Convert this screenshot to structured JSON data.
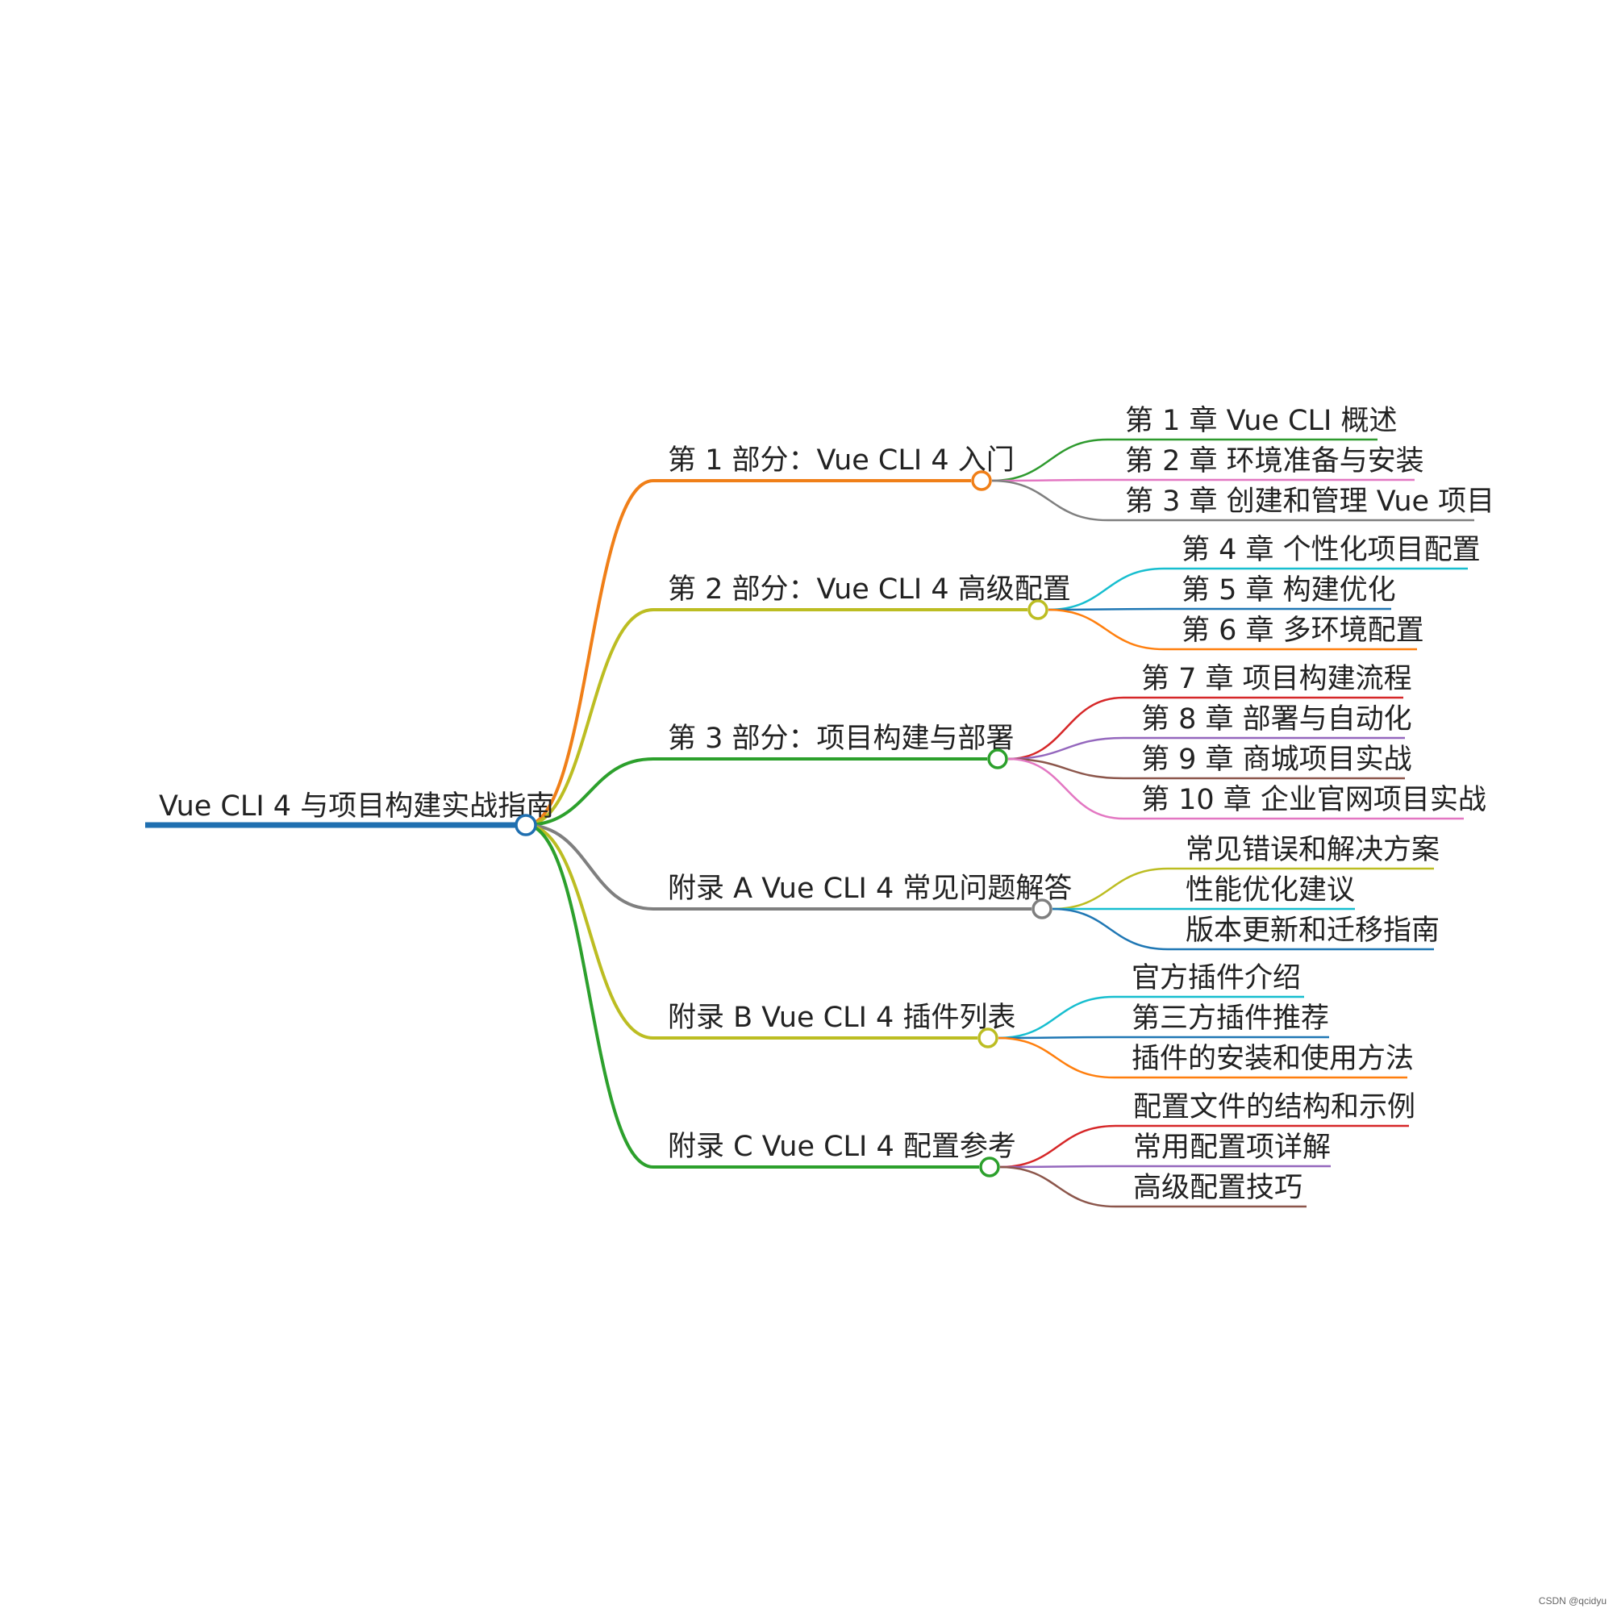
{
  "root": {
    "label": "Vue CLI 4 与项目构建实战指南",
    "color": "#1f6fb0"
  },
  "branches": [
    {
      "label": "第 1 部分：Vue CLI 4 入门",
      "color": "#f07f18",
      "children": [
        {
          "label": "第 1 章 Vue CLI 概述",
          "color": "#2e9a2e"
        },
        {
          "label": "第 2 章 环境准备与安装",
          "color": "#e377c2"
        },
        {
          "label": "第 3 章 创建和管理 Vue 项目",
          "color": "#7f7f7f"
        }
      ]
    },
    {
      "label": "第 2 部分：Vue CLI 4 高级配置",
      "color": "#bcbd22",
      "children": [
        {
          "label": "第 4 章 个性化项目配置",
          "color": "#17becf"
        },
        {
          "label": "第 5 章 构建优化",
          "color": "#1f77b4"
        },
        {
          "label": "第 6 章 多环境配置",
          "color": "#ff7f0e"
        }
      ]
    },
    {
      "label": "第 3 部分：项目构建与部署",
      "color": "#2ca02c",
      "children": [
        {
          "label": "第 7 章 项目构建流程",
          "color": "#d62728"
        },
        {
          "label": "第 8 章 部署与自动化",
          "color": "#9467bd"
        },
        {
          "label": "第 9 章 商城项目实战",
          "color": "#8c564b"
        },
        {
          "label": "第 10 章 企业官网项目实战",
          "color": "#e377c2"
        }
      ]
    },
    {
      "label": "附录 A Vue CLI 4 常见问题解答",
      "color": "#7f7f7f",
      "children": [
        {
          "label": "常见错误和解决方案",
          "color": "#bcbd22"
        },
        {
          "label": "性能优化建议",
          "color": "#17becf"
        },
        {
          "label": "版本更新和迁移指南",
          "color": "#1f77b4"
        }
      ]
    },
    {
      "label": "附录 B Vue CLI 4 插件列表",
      "color": "#bcbd22",
      "children": [
        {
          "label": "官方插件介绍",
          "color": "#17becf"
        },
        {
          "label": "第三方插件推荐",
          "color": "#1f77b4"
        },
        {
          "label": "插件的安装和使用方法",
          "color": "#ff7f0e"
        }
      ]
    },
    {
      "label": "附录 C Vue CLI 4 配置参考",
      "color": "#2ca02c",
      "children": [
        {
          "label": "配置文件的结构和示例",
          "color": "#d62728"
        },
        {
          "label": "常用配置项详解",
          "color": "#9467bd"
        },
        {
          "label": "高级配置技巧",
          "color": "#8c564b"
        }
      ]
    }
  ],
  "watermark": "CSDN @qcidyu"
}
